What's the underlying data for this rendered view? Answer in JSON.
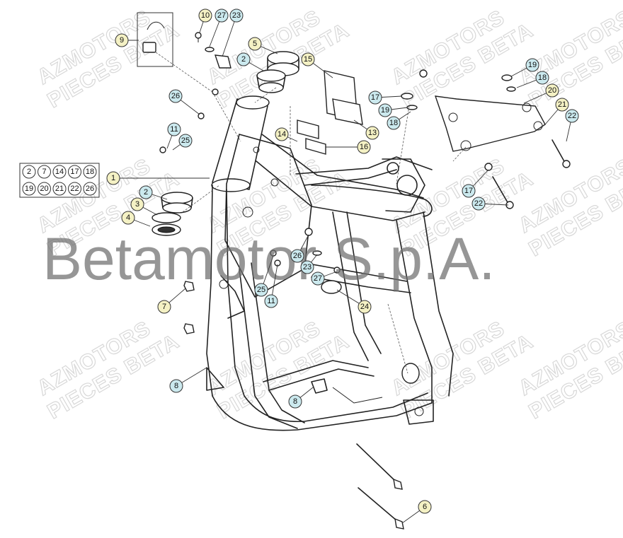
{
  "watermark_main": "Betamotor S.p.A.",
  "watermark_tile_line1": "AZMOTORS",
  "watermark_tile_line2": "PIECES BETA",
  "kit_box_numbers": [
    "2",
    "7",
    "14",
    "17",
    "18",
    "19",
    "20",
    "21",
    "22",
    "26"
  ],
  "callouts": [
    {
      "label": "10",
      "color": "yellow"
    },
    {
      "label": "27",
      "color": "blue"
    },
    {
      "label": "23",
      "color": "blue"
    },
    {
      "label": "9",
      "color": "yellow"
    },
    {
      "label": "5",
      "color": "yellow"
    },
    {
      "label": "2",
      "color": "blue"
    },
    {
      "label": "15",
      "color": "yellow"
    },
    {
      "label": "26",
      "color": "blue"
    },
    {
      "label": "17",
      "color": "blue"
    },
    {
      "label": "19",
      "color": "blue"
    },
    {
      "label": "18",
      "color": "blue"
    },
    {
      "label": "13",
      "color": "yellow"
    },
    {
      "label": "16",
      "color": "yellow"
    },
    {
      "label": "14",
      "color": "yellow"
    },
    {
      "label": "11",
      "color": "blue"
    },
    {
      "label": "25",
      "color": "blue"
    },
    {
      "label": "1",
      "color": "yellow"
    },
    {
      "label": "2",
      "color": "blue"
    },
    {
      "label": "3",
      "color": "yellow"
    },
    {
      "label": "4",
      "color": "yellow"
    },
    {
      "label": "19",
      "color": "blue"
    },
    {
      "label": "18",
      "color": "blue"
    },
    {
      "label": "20",
      "color": "yellow"
    },
    {
      "label": "21",
      "color": "yellow"
    },
    {
      "label": "22",
      "color": "blue"
    },
    {
      "label": "17",
      "color": "blue"
    },
    {
      "label": "22",
      "color": "blue"
    },
    {
      "label": "26",
      "color": "blue"
    },
    {
      "label": "23",
      "color": "blue"
    },
    {
      "label": "27",
      "color": "blue"
    },
    {
      "label": "25",
      "color": "blue"
    },
    {
      "label": "11",
      "color": "blue"
    },
    {
      "label": "24",
      "color": "yellow"
    },
    {
      "label": "7",
      "color": "yellow"
    },
    {
      "label": "8",
      "color": "blue"
    },
    {
      "label": "8",
      "color": "blue"
    },
    {
      "label": "6",
      "color": "yellow"
    }
  ]
}
